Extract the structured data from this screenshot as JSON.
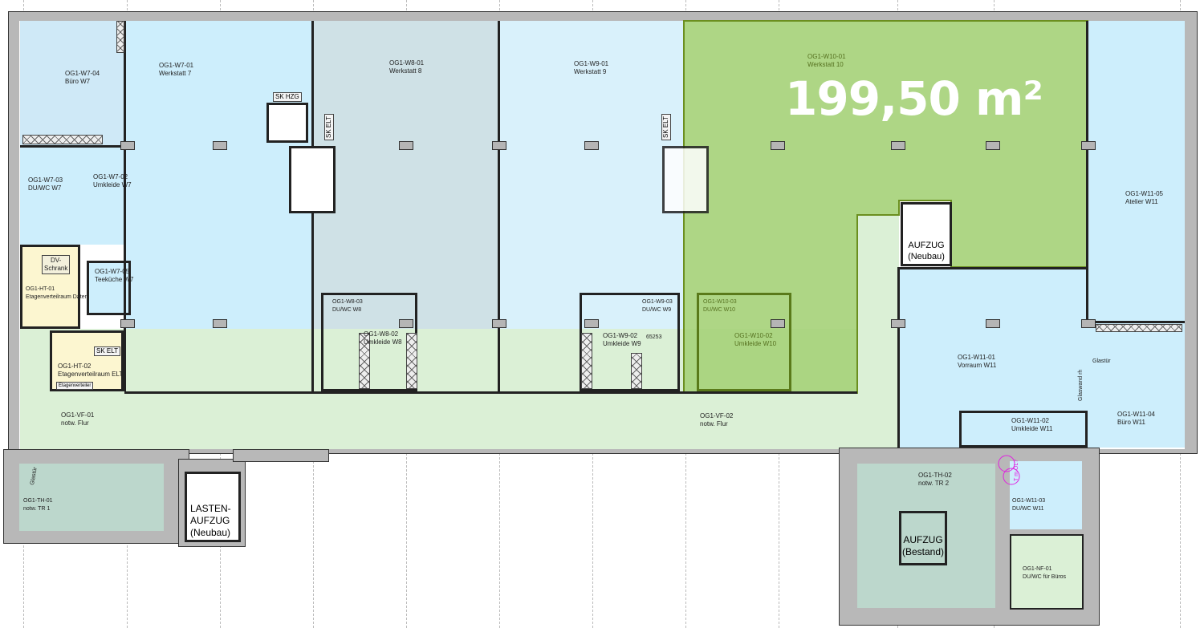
{
  "area_label": "199,50 m²",
  "colors": {
    "workshop_blue": "#cdeefc",
    "workshop_gray": "#cfe1e6",
    "highlight_green": "#a7d27b",
    "highlight_border": "#6b8f1f",
    "corridor_green": "#dbf0d6",
    "tech_yellow": "#fcf6d0",
    "stair_green": "#bcd7cc",
    "wall_gray": "#b8b8b8"
  },
  "rooms": {
    "w7_04": {
      "id": "OG1-W7-04",
      "name": "Büro W7"
    },
    "w7_01": {
      "id": "OG1-W7-01",
      "name": "Werkstatt 7"
    },
    "w7_03": {
      "id": "OG1-W7-03",
      "name": "DU/WC W7"
    },
    "w7_02": {
      "id": "OG1-W7-02",
      "name": "Umkleide W7"
    },
    "w7_05": {
      "id": "OG1-W7-05",
      "name": "Teeküche W7"
    },
    "ht_01": {
      "id": "OG1-HT-01",
      "name": "Etagenverteilraum Daten"
    },
    "ht_02": {
      "id": "OG1-HT-02",
      "name": "Etagenverteilraum ELT"
    },
    "w8_01": {
      "id": "OG1-W8-01",
      "name": "Werkstatt 8"
    },
    "w8_03": {
      "id": "OG1-W8-03",
      "name": "DU/WC W8"
    },
    "w8_02": {
      "id": "OG1-W8-02",
      "name": "Umkleide W8"
    },
    "w9_01": {
      "id": "OG1-W9-01",
      "name": "Werkstatt 9"
    },
    "w9_03": {
      "id": "OG1-W9-03",
      "name": "DU/WC W9"
    },
    "w9_02": {
      "id": "OG1-W9-02",
      "name": "Umkleide W9"
    },
    "w10_01": {
      "id": "OG1-W10-01",
      "name": "Werkstatt 10"
    },
    "w10_03": {
      "id": "OG1-W10-03",
      "name": "DU/WC W10"
    },
    "w10_02": {
      "id": "OG1-W10-02",
      "name": "Umkleide W10"
    },
    "w11_05": {
      "id": "OG1-W11-05",
      "name": "Atelier W11"
    },
    "w11_01": {
      "id": "OG1-W11-01",
      "name": "Vorraum W11"
    },
    "w11_02": {
      "id": "OG1-W11-02",
      "name": "Umkleide W11"
    },
    "w11_04": {
      "id": "OG1-W11-04",
      "name": "Büro W11"
    },
    "w11_03": {
      "id": "OG1-W11-03",
      "name": "DU/WC W11"
    },
    "vf_01": {
      "id": "OG1-VF-01",
      "name": "notw. Flur"
    },
    "vf_02": {
      "id": "OG1-VF-02",
      "name": "notw. Flur"
    },
    "th_01": {
      "id": "OG1-TH-01",
      "name": "notw. TR 1"
    },
    "th_02": {
      "id": "OG1-TH-02",
      "name": "notw. TR 2"
    },
    "nf_01": {
      "id": "OG1-NF-01",
      "name": "DU/WC für Büros"
    }
  },
  "tags": {
    "sk_hzg": "SK HZG",
    "sk_elt": "SK ELT",
    "dv_schrank_1": "DV-",
    "dv_schrank_2": "Schrank",
    "etagenverteiler": "Etagenverteiler",
    "glastuer": "Glastür",
    "glaswand": "Glaswand rh",
    "number_65253": "65253",
    "door_note": "T m.OL?"
  },
  "lifts": {
    "neubau": {
      "line1": "AUFZUG",
      "line2": "(Neubau)"
    },
    "lasten": {
      "line1": "LASTEN-",
      "line2": "AUFZUG",
      "line3": "(Neubau)"
    },
    "bestand": {
      "line1": "AUFZUG",
      "line2": "(Bestand)"
    }
  }
}
